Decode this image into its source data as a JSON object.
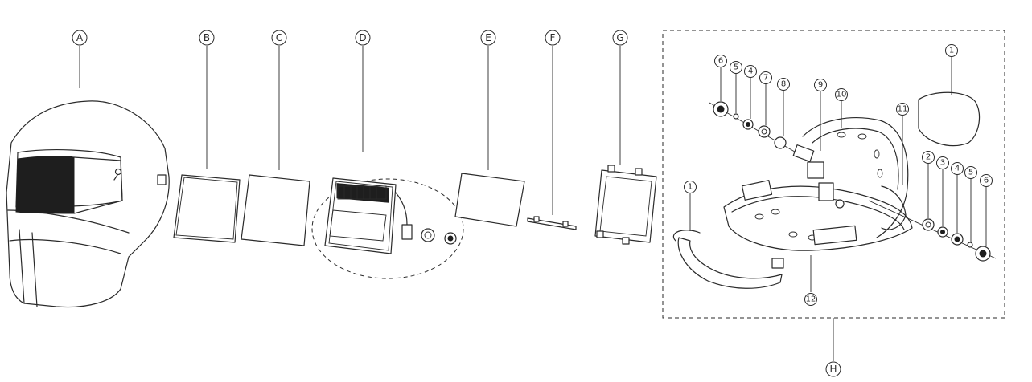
{
  "callouts": {
    "A": "A",
    "B": "B",
    "C": "C",
    "D": "D",
    "E": "E",
    "F": "F",
    "G": "G",
    "H": "H"
  },
  "sub_parts": {
    "p1_top": "1",
    "p1_left": "1",
    "p2": "2",
    "p3": "3",
    "p4_left": "4",
    "p4_right": "4",
    "p5_left": "5",
    "p5_right": "5",
    "p6_left": "6",
    "p6_right": "6",
    "p7": "7",
    "p8": "8",
    "p9": "9",
    "p10": "10",
    "p11": "11",
    "p12": "12"
  }
}
